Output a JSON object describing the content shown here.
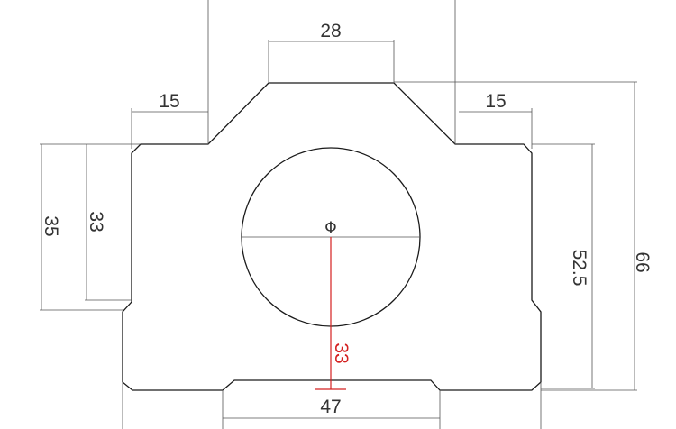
{
  "dimensions": {
    "top_width": "28",
    "left_shoulder": "15",
    "right_shoulder": "15",
    "left_outer_height": "35",
    "left_inner_height": "33",
    "right_height": "52.5",
    "total_height": "66",
    "hole_offset": "33",
    "bottom_width": "47"
  },
  "symbols": {
    "diameter": "Φ"
  },
  "colors": {
    "outline": "#1a1a1a",
    "dimension": "#555555",
    "highlight": "#d42020"
  }
}
